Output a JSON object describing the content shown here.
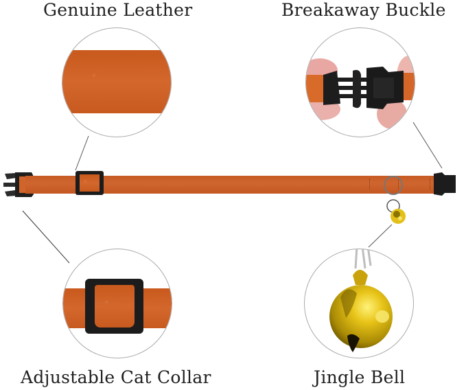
{
  "labels": {
    "top_left": "Genuine Leather",
    "top_right": "Breakaway Buckle",
    "bottom_left": "Adjustable Cat Collar",
    "bottom_right": "Jingle Bell"
  },
  "colors": {
    "leather_orange": "#cc5f25",
    "buckle_black": "#1c1c1c",
    "bell_gold": "#e6c21a",
    "circle_border": "#a9a9a9",
    "background": "#ffffff"
  },
  "icons": {
    "collar": "collar-illustration",
    "leather_detail": "leather-texture-detail",
    "buckle_detail": "breakaway-buckle-detail",
    "slider_detail": "adjustable-slider-detail",
    "bell_detail": "jingle-bell-detail"
  }
}
